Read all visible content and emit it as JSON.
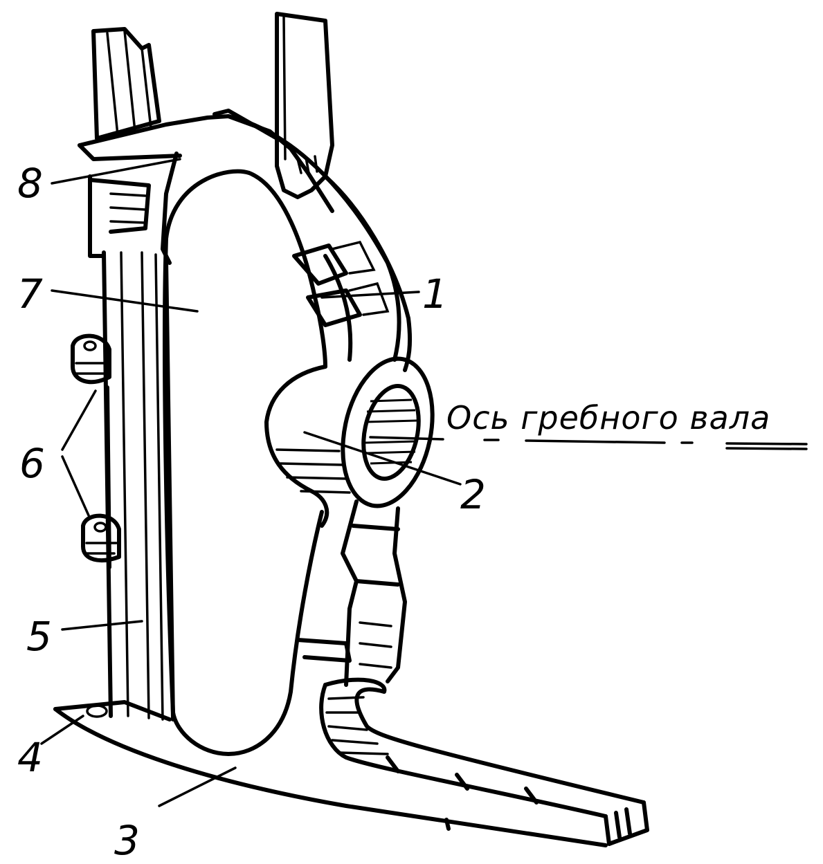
{
  "labels": {
    "l1": "1",
    "l2": "2",
    "l3": "3",
    "l4": "4",
    "l5": "5",
    "l6": "6",
    "l7": "7",
    "l8": "8"
  },
  "axis_label": "Ось гребного вала"
}
